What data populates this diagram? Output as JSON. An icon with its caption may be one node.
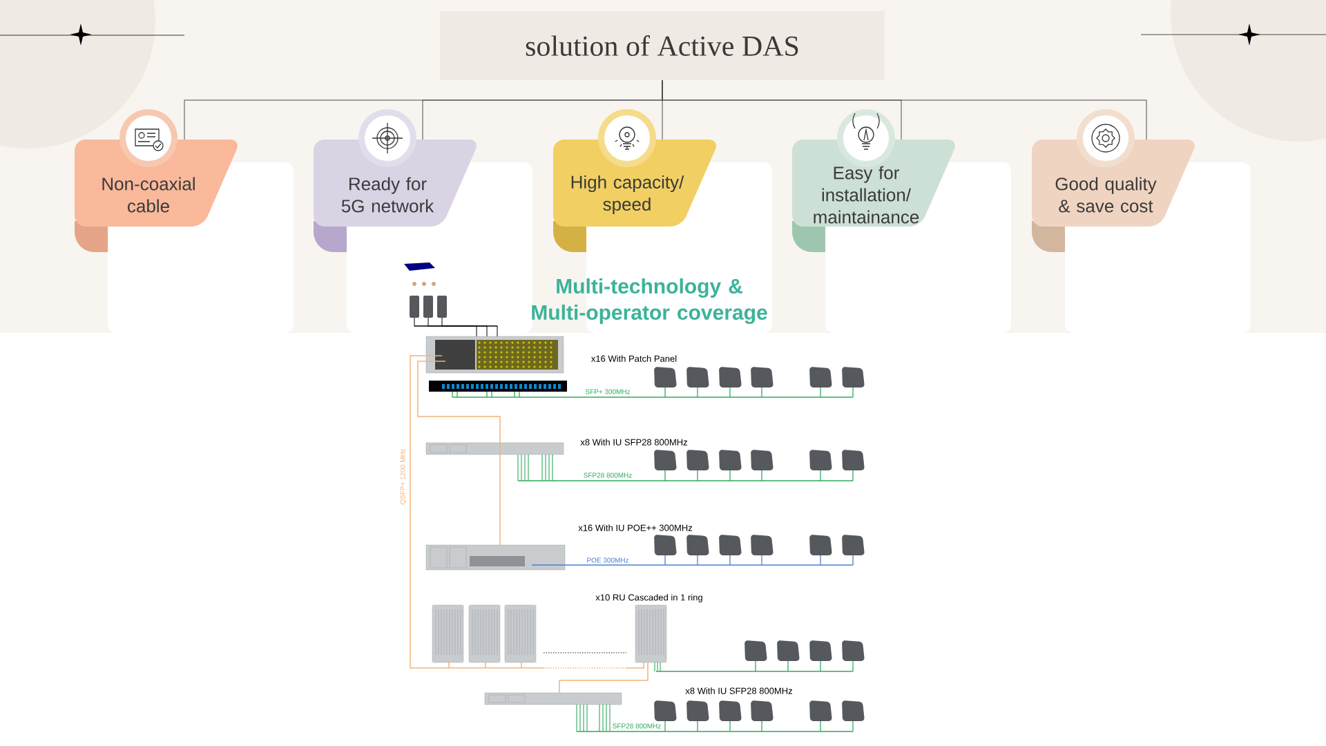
{
  "diagram": {
    "nodes": [
      {
        "text": [
          "solution of Active DAS"
        ]
      },
      {
        "text": [
          "Non-coaxial cable"
        ]
      },
      {
        "text": [
          "Ready for 5G network"
        ]
      },
      {
        "text": [
          "High capacity/ speed"
        ]
      },
      {
        "text": [
          "Easy for installation/ maintainance"
        ]
      },
      {
        "text": [
          "Good quality & save cost"
        ]
      }
    ],
    "edges": [
      {
        "from": 0,
        "to": 1,
        "arrow": "none"
      },
      {
        "from": 0,
        "to": 2,
        "arrow": "none"
      },
      {
        "from": 0,
        "to": 3,
        "arrow": "none"
      },
      {
        "from": 0,
        "to": 4,
        "arrow": "none"
      },
      {
        "from": 0,
        "to": 5,
        "arrow": "none"
      }
    ],
    "labels": [
      "Multi-technology & Multi-operator coverage",
      "x16 With Patch Panel",
      "SFP+ 300MHz",
      "x8 With IU SFP28 800MHz",
      "SFP28 800MHz",
      "QSFP+ 1200 MHz",
      "x16 With IU POE++ 300MHz",
      "POE 300MHz",
      "x10 RU Cascaded in 1 ring",
      "x8 With IU SFP28 800MHz",
      "SFP28 800MHz"
    ]
  }
}
